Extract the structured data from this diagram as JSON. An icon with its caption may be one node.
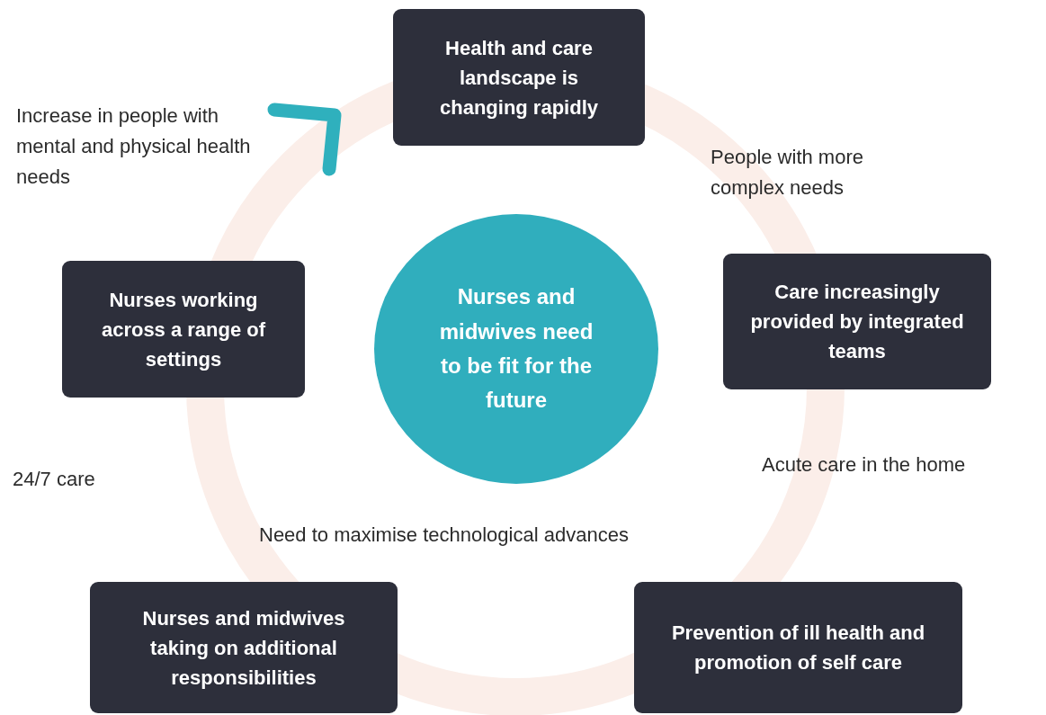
{
  "diagram": {
    "nodes": [
      {
        "text": [
          "Health and care landscape is changing rapidly"
        ]
      },
      {
        "text": [
          "Nurses and midwives need to be fit for the future"
        ]
      },
      {
        "text": [
          "Nurses working across a range of settings"
        ]
      },
      {
        "text": [
          "Care increasingly provided by integrated teams"
        ]
      },
      {
        "text": [
          "Nurses and midwives taking on additional responsibilities"
        ]
      },
      {
        "text": [
          "Prevention of ill health and promotion of self care"
        ]
      }
    ],
    "labels": [
      "Increase in people with mental and physical health needs",
      "People with more complex needs",
      "24/7 care",
      "Acute care in the home",
      "Need to maximise technological advances"
    ]
  }
}
